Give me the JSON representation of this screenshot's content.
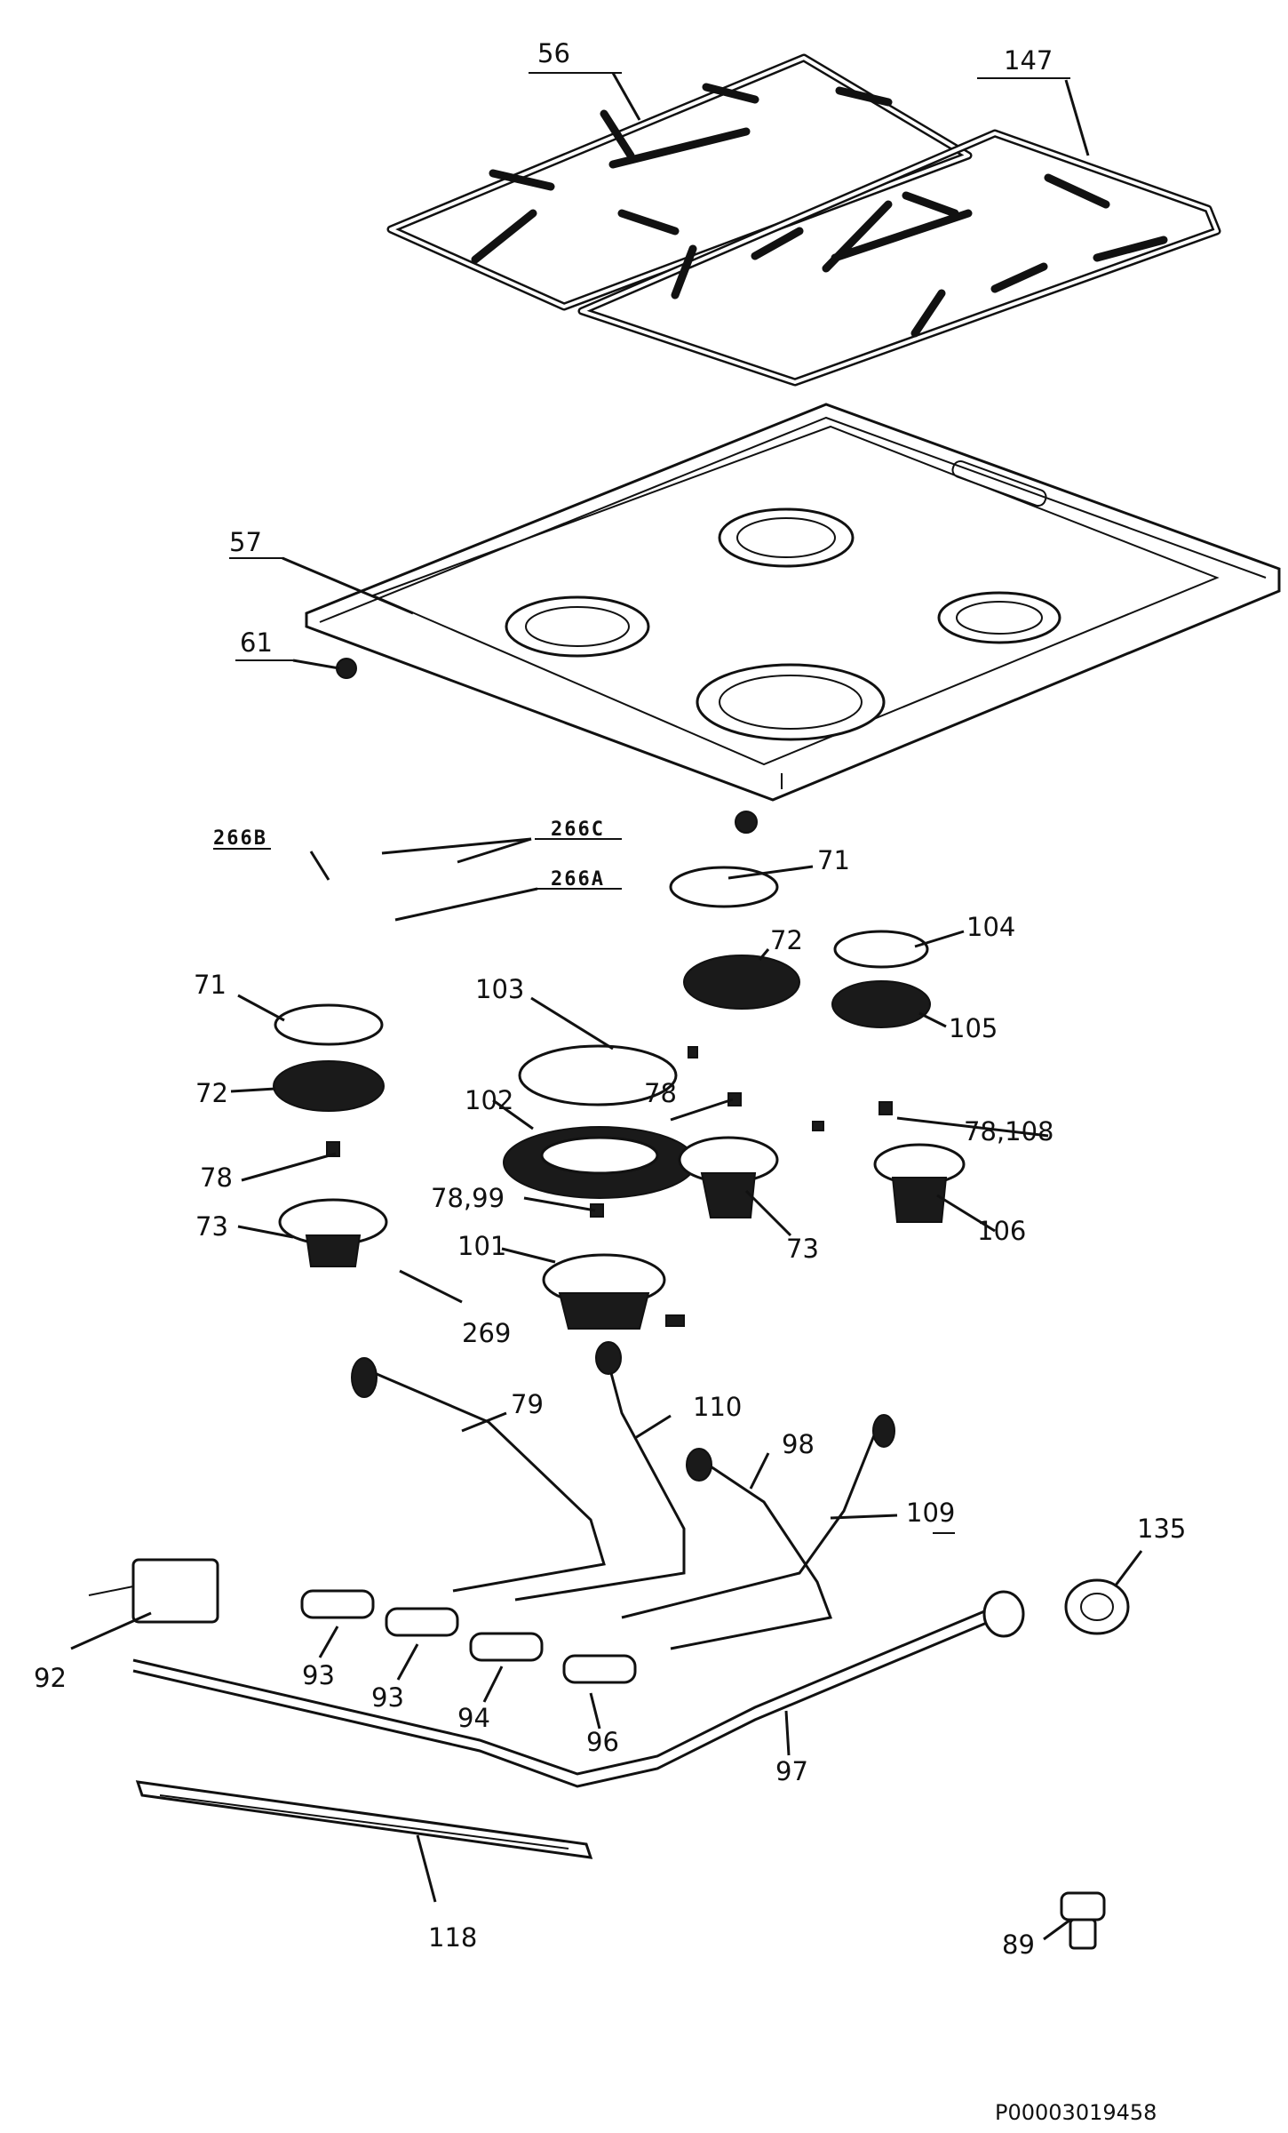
{
  "diagram": {
    "labels": {
      "l56": "56",
      "l147": "147",
      "l57": "57",
      "l61": "61",
      "l266b": "266B",
      "l266c": "266C",
      "l266a": "266A",
      "l71a": "71",
      "l71b": "71",
      "l104": "104",
      "l72a": "72",
      "l72b": "72",
      "l103": "103",
      "l105": "105",
      "l78a": "78",
      "l78b": "78",
      "l102": "102",
      "l78108": "78,108",
      "l7899": "78,99",
      "l73a": "73",
      "l73b": "73",
      "l106": "106",
      "l101": "101",
      "l269": "269",
      "l79": "79",
      "l110": "110",
      "l98": "98",
      "l109": "109",
      "l135": "135",
      "l92": "92",
      "l93a": "93",
      "l93b": "93",
      "l94": "94",
      "l96": "96",
      "l97": "97",
      "l118": "118",
      "l89": "89"
    },
    "code": "P00003019458"
  }
}
